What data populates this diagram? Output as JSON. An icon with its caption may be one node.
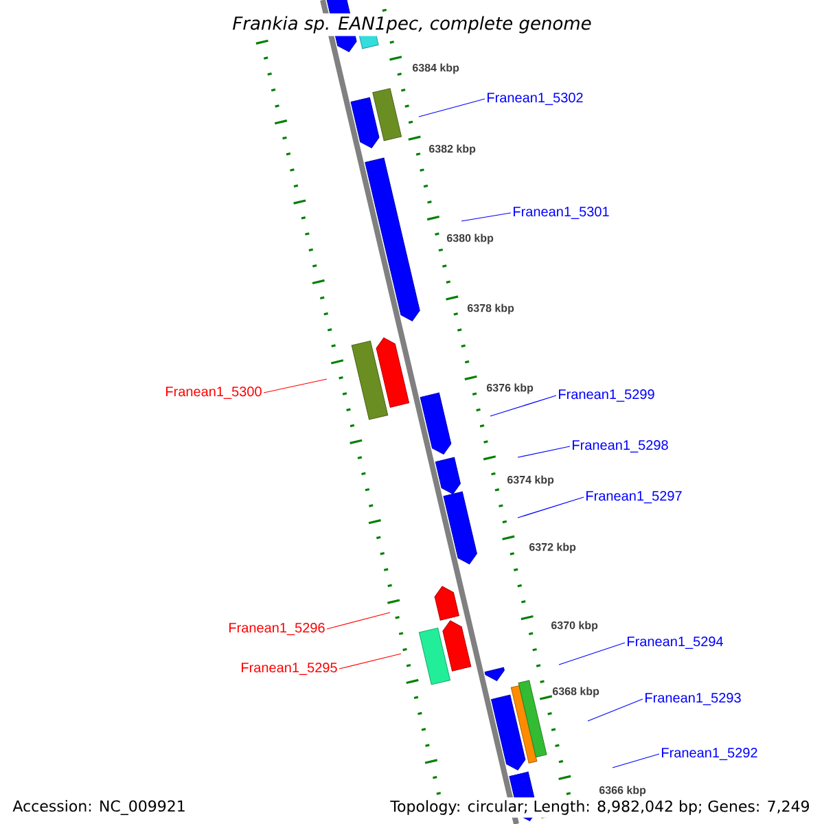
{
  "diagram": {
    "title": "*Frankia sp. EAN1pec, complete genome*",
    "nodes": [
      {
        "text": [
          "Franean1_5302"
        ]
      },
      {
        "text": [
          "Franean1_5301"
        ]
      },
      {
        "text": [
          "Franean1_5300"
        ]
      },
      {
        "text": [
          "Franean1_5299"
        ]
      },
      {
        "text": [
          "Franean1_5298"
        ]
      },
      {
        "text": [
          "Franean1_5297"
        ]
      },
      {
        "text": [
          "Franean1_5296"
        ]
      },
      {
        "text": [
          "Franean1_5295"
        ]
      },
      {
        "text": [
          "Franean1_5294"
        ]
      },
      {
        "text": [
          "Franean1_5293"
        ]
      },
      {
        "text": [
          "Franean1_5292"
        ]
      }
    ],
    "edges": [
      {
        "from": 0,
        "to": null,
        "arrow": "none"
      },
      {
        "from": 1,
        "to": null,
        "arrow": "none"
      },
      {
        "from": 2,
        "to": null,
        "arrow": "none",
        "color": "#ff0000"
      },
      {
        "from": 3,
        "to": null,
        "arrow": "none"
      },
      {
        "from": 4,
        "to": null,
        "arrow": "none"
      },
      {
        "from": 5,
        "to": null,
        "arrow": "none"
      },
      {
        "from": 6,
        "to": null,
        "arrow": "none",
        "color": "#ff0000"
      },
      {
        "from": 7,
        "to": null,
        "arrow": "none",
        "color": "#ff0000"
      },
      {
        "from": 8,
        "to": null,
        "arrow": "none"
      },
      {
        "from": 9,
        "to": null,
        "arrow": "none"
      },
      {
        "from": 10,
        "to": null,
        "arrow": "none"
      }
    ],
    "labels": [
      "6384 kbp",
      "6382 kbp",
      "6380 kbp",
      "6378 kbp",
      "6376 kbp",
      "6374 kbp",
      "6372 kbp",
      "6370 kbp",
      "6368 kbp",
      "6366 kbp",
      "Accession: NC_009921",
      "Topology: circular; Length: 8,982,042 bp; Genes: 7,249"
    ]
  }
}
